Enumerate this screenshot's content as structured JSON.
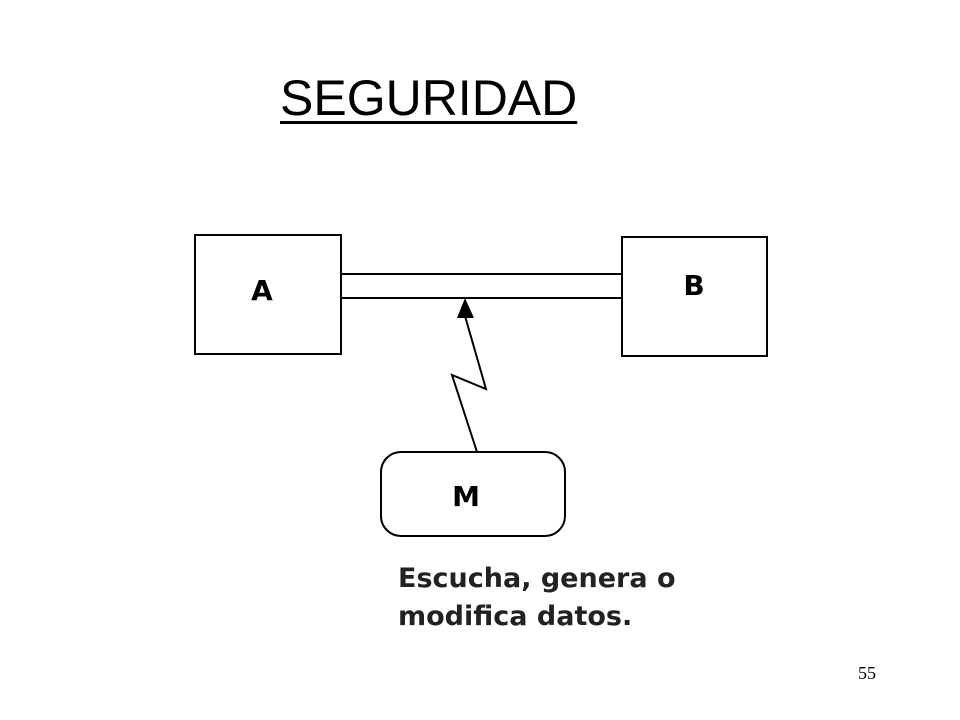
{
  "title": "SEGURIDAD",
  "diagram": {
    "node_a": "A",
    "node_b": "B",
    "node_m": "M"
  },
  "caption": {
    "line1": "Escucha, genera o",
    "line2": "modifica datos."
  },
  "page_number": "55"
}
